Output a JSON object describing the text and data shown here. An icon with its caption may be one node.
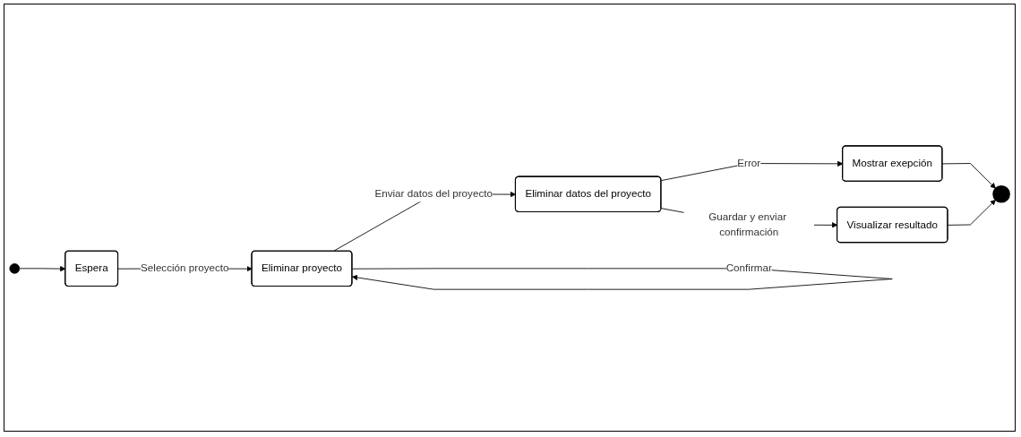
{
  "diagram": {
    "nodes": [
      {
        "text": [],
        "shape": "circle"
      },
      {
        "text": [
          "Espera"
        ]
      },
      {
        "text": [
          "Eliminar proyecto"
        ]
      },
      {
        "text": [
          "Eliminar datos del proyecto"
        ]
      },
      {
        "text": [
          "Mostrar exepción"
        ]
      },
      {
        "text": [
          "Visualizar resultado"
        ]
      },
      {
        "text": [],
        "shape": "circle"
      }
    ],
    "edges": [
      {
        "from": 0,
        "to": 1,
        "arrow": "to"
      },
      {
        "from": 1,
        "to": 2,
        "label": "Selección proyecto",
        "arrow": "to"
      },
      {
        "from": 2,
        "to": 2,
        "label": "Confirmar",
        "arrow": "to"
      },
      {
        "from": 2,
        "to": 3,
        "label": "Enviar datos del proyecto",
        "arrow": "to"
      },
      {
        "from": 3,
        "to": 4,
        "label": "Error",
        "arrow": "to"
      },
      {
        "from": 3,
        "to": 5,
        "label": "Guardar y enviar confirmación",
        "arrow": "to"
      },
      {
        "from": 4,
        "to": 6,
        "arrow": "to"
      },
      {
        "from": 5,
        "to": 6,
        "arrow": "to"
      }
    ]
  }
}
